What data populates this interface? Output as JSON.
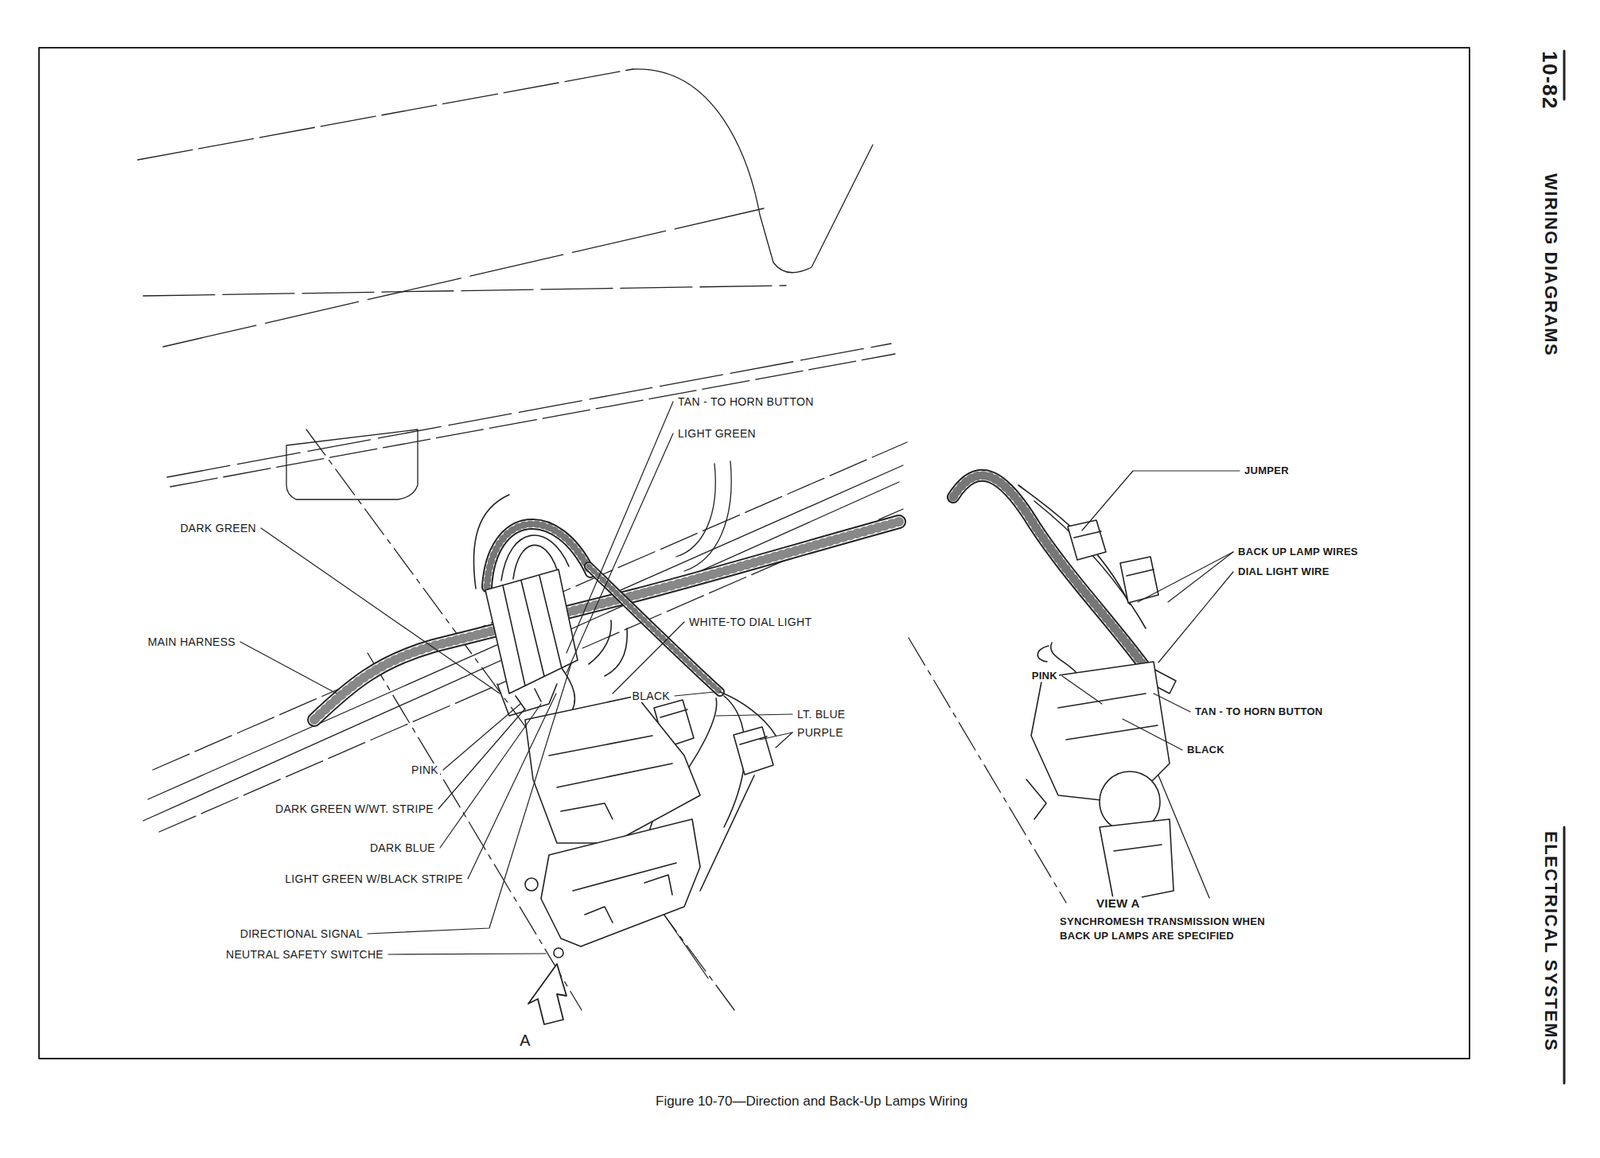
{
  "diagram": {
    "caption": "Figure 10-70—Direction and Back-Up Lamps Wiring",
    "labels": [
      "10-82",
      "WIRING DIAGRAMS",
      "ELECTRICAL SYSTEMS",
      "TAN - TO HORN BUTTON",
      "LIGHT GREEN",
      "DARK GREEN",
      "MAIN HARNESS",
      "WHITE-TO DIAL LIGHT",
      "BLACK",
      "LT. BLUE",
      "PURPLE",
      "PINK",
      "DARK GREEN W/WT. STRIPE",
      "DARK BLUE",
      "LIGHT GREEN W/BLACK STRIPE",
      "DIRECTIONAL SIGNAL",
      "NEUTRAL SAFETY SWITCHE",
      "A",
      "JUMPER",
      "BACK UP LAMP WIRES",
      "DIAL LIGHT WIRE",
      "PINK",
      "TAN - TO HORN BUTTON",
      "BLACK",
      "VIEW A",
      "SYNCHROMESH TRANSMISSION WHEN BACK UP LAMPS ARE SPECIFIED"
    ]
  }
}
